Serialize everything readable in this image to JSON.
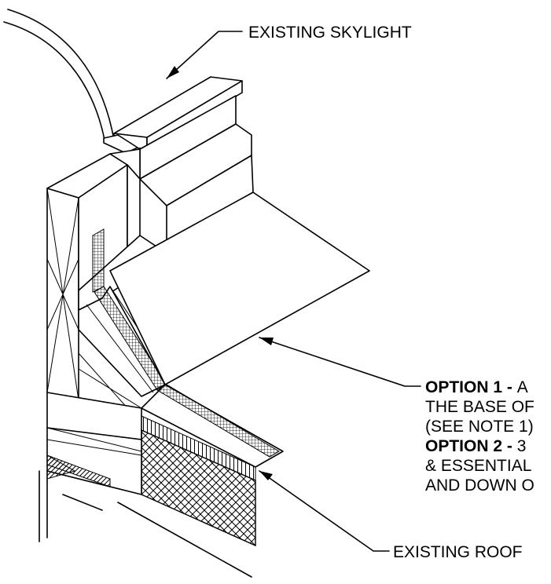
{
  "labels": {
    "skylight": "EXISTING SKYLIGHT",
    "option1_prefix": "OPTION 1 - ",
    "option1_line1_rest": "A",
    "option1_line2": "THE BASE OF",
    "option1_line3": "(SEE NOTE 1)",
    "option2_prefix": "OPTION 2 - ",
    "option2_line1_rest": "3",
    "option2_line2": "& ESSENTIAL",
    "option2_line3": "AND DOWN O",
    "roof": "EXISTING ROOF"
  }
}
